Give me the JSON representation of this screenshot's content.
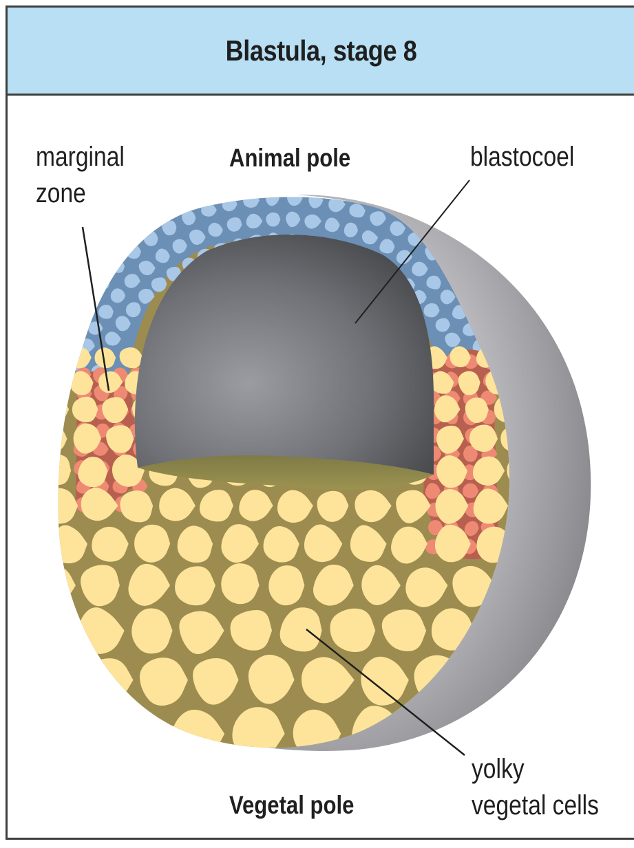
{
  "header": {
    "title": "Blastula, stage 8"
  },
  "labels": {
    "marginal_zone_line1": "marginal",
    "marginal_zone_line2": "zone",
    "animal_pole": "Animal pole",
    "blastocoel": "blastocoel",
    "yolky_line1": "yolky",
    "yolky_line2": "vegetal cells",
    "vegetal_pole": "Vegetal pole"
  },
  "colors": {
    "header_bg": "#b8dff4",
    "animal_cells": "#a9c8e8",
    "marginal_cells": "#ee8a74",
    "yolky_cells": "#fde49a",
    "cell_walls": "#9d8c4f",
    "cavity": "#6c6e72",
    "cavity_floor": "#8a8245",
    "sphere_shell": "#8f8f93"
  }
}
